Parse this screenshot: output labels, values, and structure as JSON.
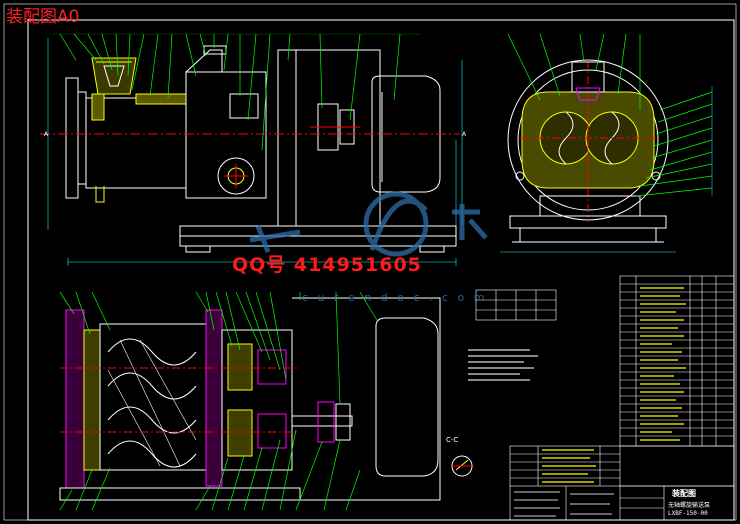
{
  "sheet": {
    "title": "装配图A0",
    "qq": "QQ号 414951605",
    "watermark_url": "c u r e n d o c . c o m",
    "title_block": {
      "title": "装配图",
      "name": "无轴螺旋输送泵",
      "code": "LXBF-150-00"
    },
    "section_label": "C-C",
    "view_labels": [
      "A",
      "A"
    ]
  },
  "colors": {
    "background": "#000000",
    "outline": "#ffffff",
    "leader": "#00ff00",
    "hatch": "#ffff00",
    "section": "#ff00ff",
    "center": "#ff0000",
    "dimension": "#00ffff",
    "watermark": "#2c6fa8",
    "title_text": "#ff2020"
  }
}
